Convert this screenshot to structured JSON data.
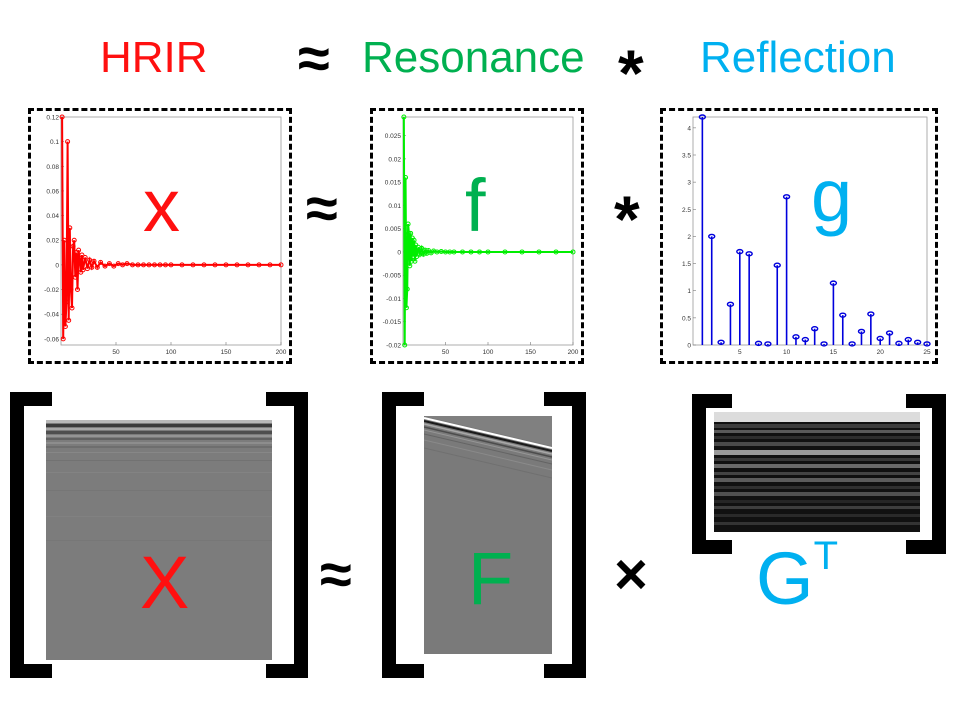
{
  "header": {
    "hrir": "HRIR",
    "approx": "≈",
    "resonance": "Resonance",
    "conv": "*",
    "reflection": "Reflection"
  },
  "colors": {
    "red": "#ff1010",
    "green": "#00b050",
    "cyan": "#00b0f0",
    "plot_red": "#ff0000",
    "plot_green": "#00ee00",
    "plot_blue": "#0000dd"
  },
  "equation_top": {
    "x": "x",
    "approx": "≈",
    "f": "f",
    "conv": "*",
    "g": "g"
  },
  "equation_bottom": {
    "X": "X",
    "approx": "≈",
    "F": "F",
    "times": "×",
    "G": "G",
    "sup": "T"
  },
  "chart_data": [
    {
      "type": "line",
      "series_color": "red",
      "ylim": [
        -0.065,
        0.12
      ],
      "xlim": [
        0,
        200
      ],
      "y_ticks": [
        "0.12",
        "0.1",
        "0.08",
        "0.06",
        "0.04",
        "0.02",
        "0",
        "-0.02",
        "-0.04",
        "-0.06"
      ],
      "y_tick_values": [
        0.12,
        0.1,
        0.08,
        0.06,
        0.04,
        0.02,
        0,
        -0.02,
        -0.04,
        -0.06
      ],
      "x_ticks": [
        "50",
        "100",
        "150",
        "200"
      ],
      "x_tick_values": [
        50,
        100,
        150,
        200
      ],
      "x": [
        1,
        2,
        3,
        4,
        5,
        6,
        7,
        8,
        9,
        10,
        11,
        12,
        13,
        14,
        15,
        16,
        17,
        18,
        19,
        20,
        22,
        24,
        26,
        28,
        30,
        33,
        36,
        40,
        44,
        48,
        52,
        56,
        60,
        65,
        70,
        75,
        80,
        85,
        90,
        95,
        100,
        110,
        120,
        130,
        140,
        150,
        160,
        170,
        180,
        190,
        200
      ],
      "values": [
        0.12,
        -0.06,
        0.02,
        -0.05,
        -0.03,
        0.1,
        -0.045,
        0.03,
        -0.02,
        -0.035,
        0.015,
        0.02,
        -0.01,
        0.01,
        -0.02,
        0.012,
        0.004,
        -0.006,
        0.008,
        -0.004,
        0.006,
        -0.003,
        0.004,
        -0.002,
        0.003,
        -0.002,
        0.002,
        -0.001,
        0.001,
        -0.001,
        0.001,
        0,
        0.001,
        0,
        0,
        0,
        0,
        0,
        0,
        0,
        0,
        0,
        0,
        0,
        0,
        0,
        0,
        0,
        0,
        0,
        0
      ]
    },
    {
      "type": "line",
      "series_color": "green",
      "ylim": [
        -0.02,
        0.029
      ],
      "xlim": [
        0,
        200
      ],
      "y_ticks": [
        "0.025",
        "0.02",
        "0.015",
        "0.01",
        "0.005",
        "0",
        "-0.005",
        "-0.01",
        "-0.015",
        "-0.02"
      ],
      "y_tick_values": [
        0.025,
        0.02,
        0.015,
        0.01,
        0.005,
        0,
        -0.005,
        -0.01,
        -0.015,
        -0.02
      ],
      "x_ticks": [
        "50",
        "100",
        "150",
        "200"
      ],
      "x_tick_values": [
        50,
        100,
        150,
        200
      ],
      "x": [
        1,
        2,
        3,
        4,
        5,
        6,
        7,
        8,
        9,
        10,
        11,
        12,
        13,
        14,
        15,
        16,
        18,
        20,
        22,
        24,
        26,
        28,
        30,
        33,
        36,
        40,
        45,
        50,
        55,
        60,
        70,
        80,
        90,
        100,
        120,
        140,
        160,
        180,
        200
      ],
      "values": [
        0.029,
        -0.02,
        0.016,
        -0.012,
        -0.008,
        0.006,
        0.004,
        -0.003,
        0.004,
        -0.002,
        0.003,
        -0.001,
        0.0025,
        -0.002,
        0.0015,
        -0.001,
        0.001,
        -0.0005,
        0.0008,
        -0.0005,
        0.0004,
        -0.0003,
        0.0003,
        -0.0002,
        0.0002,
        0,
        0.0001,
        0,
        0,
        0,
        0,
        0,
        0,
        0,
        0,
        0,
        0,
        0,
        0
      ]
    },
    {
      "type": "stem",
      "series_color": "blue",
      "ylim": [
        0,
        4.2
      ],
      "xlim": [
        0,
        25
      ],
      "y_ticks": [
        "4",
        "3.5",
        "3",
        "2.5",
        "2",
        "1.5",
        "1",
        "0.5",
        "0"
      ],
      "y_tick_values": [
        4,
        3.5,
        3,
        2.5,
        2,
        1.5,
        1,
        0.5,
        0
      ],
      "x_ticks": [
        "5",
        "10",
        "15",
        "20",
        "25"
      ],
      "x_tick_values": [
        5,
        10,
        15,
        20,
        25
      ],
      "x": [
        1,
        2,
        3,
        4,
        5,
        6,
        7,
        8,
        9,
        10,
        11,
        12,
        13,
        14,
        15,
        16,
        17,
        18,
        19,
        20,
        21,
        22,
        23,
        24,
        25
      ],
      "values": [
        4.2,
        2.0,
        0.05,
        0.75,
        1.72,
        1.68,
        0.03,
        0.02,
        1.47,
        2.73,
        0.15,
        0.1,
        0.3,
        0.02,
        1.14,
        0.55,
        0.02,
        0.25,
        0.57,
        0.12,
        0.22,
        0.03,
        0.1,
        0.05,
        0.02
      ]
    }
  ]
}
